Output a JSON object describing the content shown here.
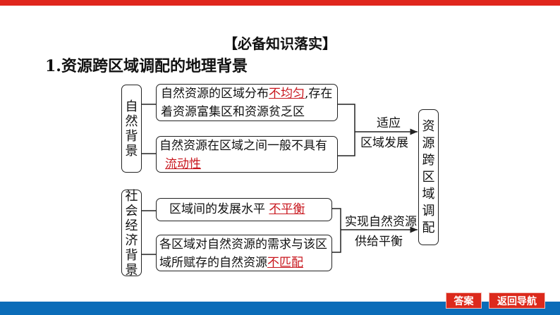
{
  "section_title": "【必备知识落实】",
  "heading": "1.资源跨区域调配的地理背景",
  "natural": {
    "label": "自然背景",
    "item1": {
      "pre": "自然资源的区域分布",
      "answer": "不均匀",
      "post": ",存在着资源富集区和资源贫乏区"
    },
    "item2": {
      "pre": "自然资源在区域之间一般不具有",
      "answer": "流动性"
    },
    "arrow_label_1": "适应",
    "arrow_label_2": "区域发展"
  },
  "social": {
    "label": "社会经济背景",
    "item1": {
      "pre": "区域间的发展水平",
      "answer": "不平衡"
    },
    "item2": {
      "pre": "各区域对自然资源的需求与该区域所赋存的自然资源",
      "answer": "不匹配"
    },
    "arrow_label_1": "实现自然资源",
    "arrow_label_2": "供给平衡"
  },
  "result": "资源跨区域调配",
  "buttons": {
    "answer": "答案",
    "back": "返回导航"
  },
  "colors": {
    "top_bar": "#e0261d",
    "bottom_bar": "#0b6cb8",
    "answer_text": "#c8161d"
  }
}
